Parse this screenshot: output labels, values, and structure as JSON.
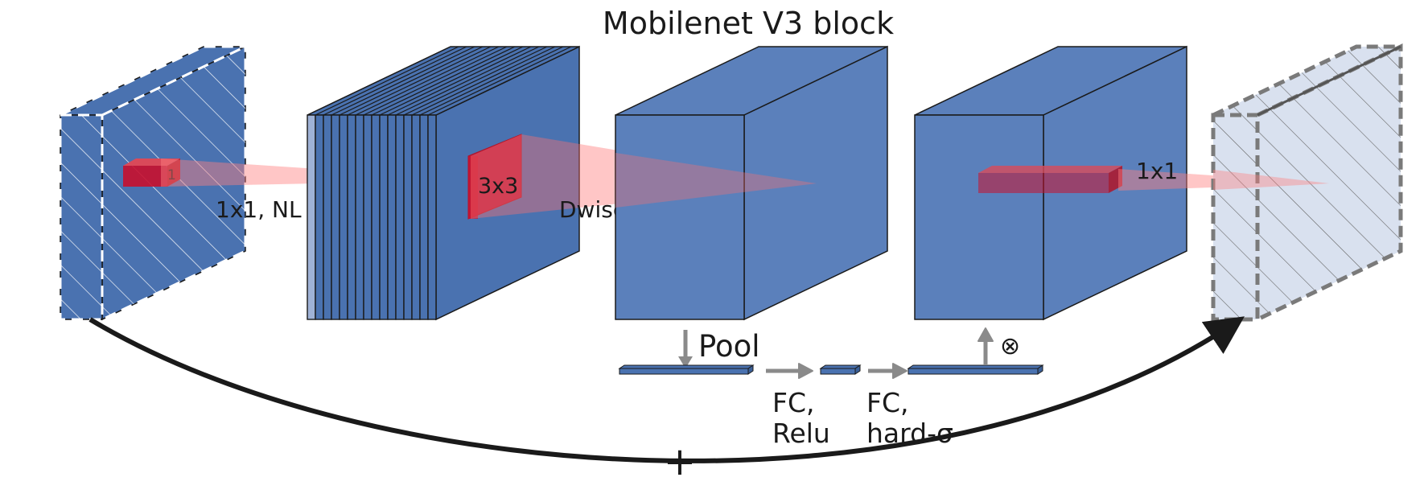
{
  "title": "Mobilenet V3 block",
  "labels": {
    "kernel_one": "1",
    "expand": "1x1, NL",
    "kernel_3x3": "3x3",
    "dwise": "Dwise, NL",
    "project": "1x1",
    "pool": "Pool",
    "fc1_line1": "FC,",
    "fc1_line2": "Relu",
    "fc2_line1": "FC,",
    "fc2_line2": "hard-σ",
    "multiply": "⊗",
    "residual_add": "+"
  },
  "colors": {
    "block": "#4a72b0",
    "block_light": "#5b80bb",
    "output": "#d9e1ef",
    "kernel": "#c8102e",
    "cone": "#ff8080",
    "arrow_gray": "#8a8a8a",
    "edge": "#1a1a1a"
  }
}
